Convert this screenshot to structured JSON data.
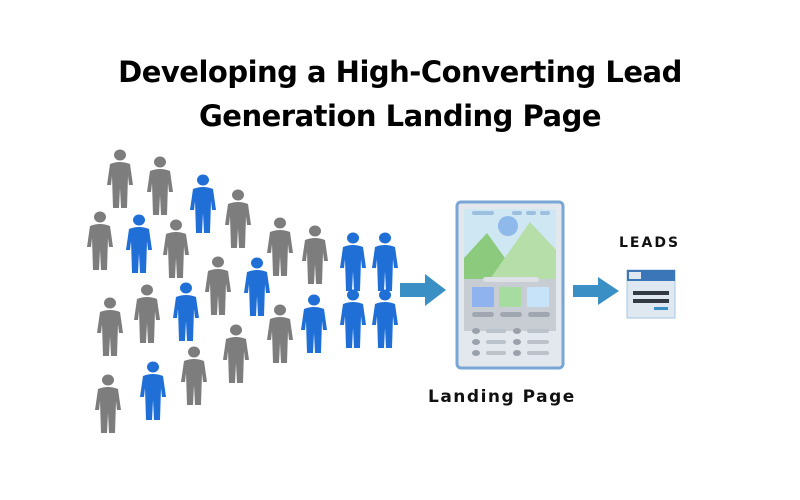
{
  "title": {
    "line1": "Developing a High-Converting Lead",
    "line2": "Generation Landing Page"
  },
  "labels": {
    "landing_page": "Landing Page",
    "leads": "LEADS"
  },
  "colors": {
    "person_gray": "#7d7d7d",
    "person_blue": "#1f6fd6",
    "arrow": "#3a8fc4",
    "page_border": "#7aa6d6"
  },
  "crowd": {
    "gray_count": 14,
    "blue_count": 10
  }
}
